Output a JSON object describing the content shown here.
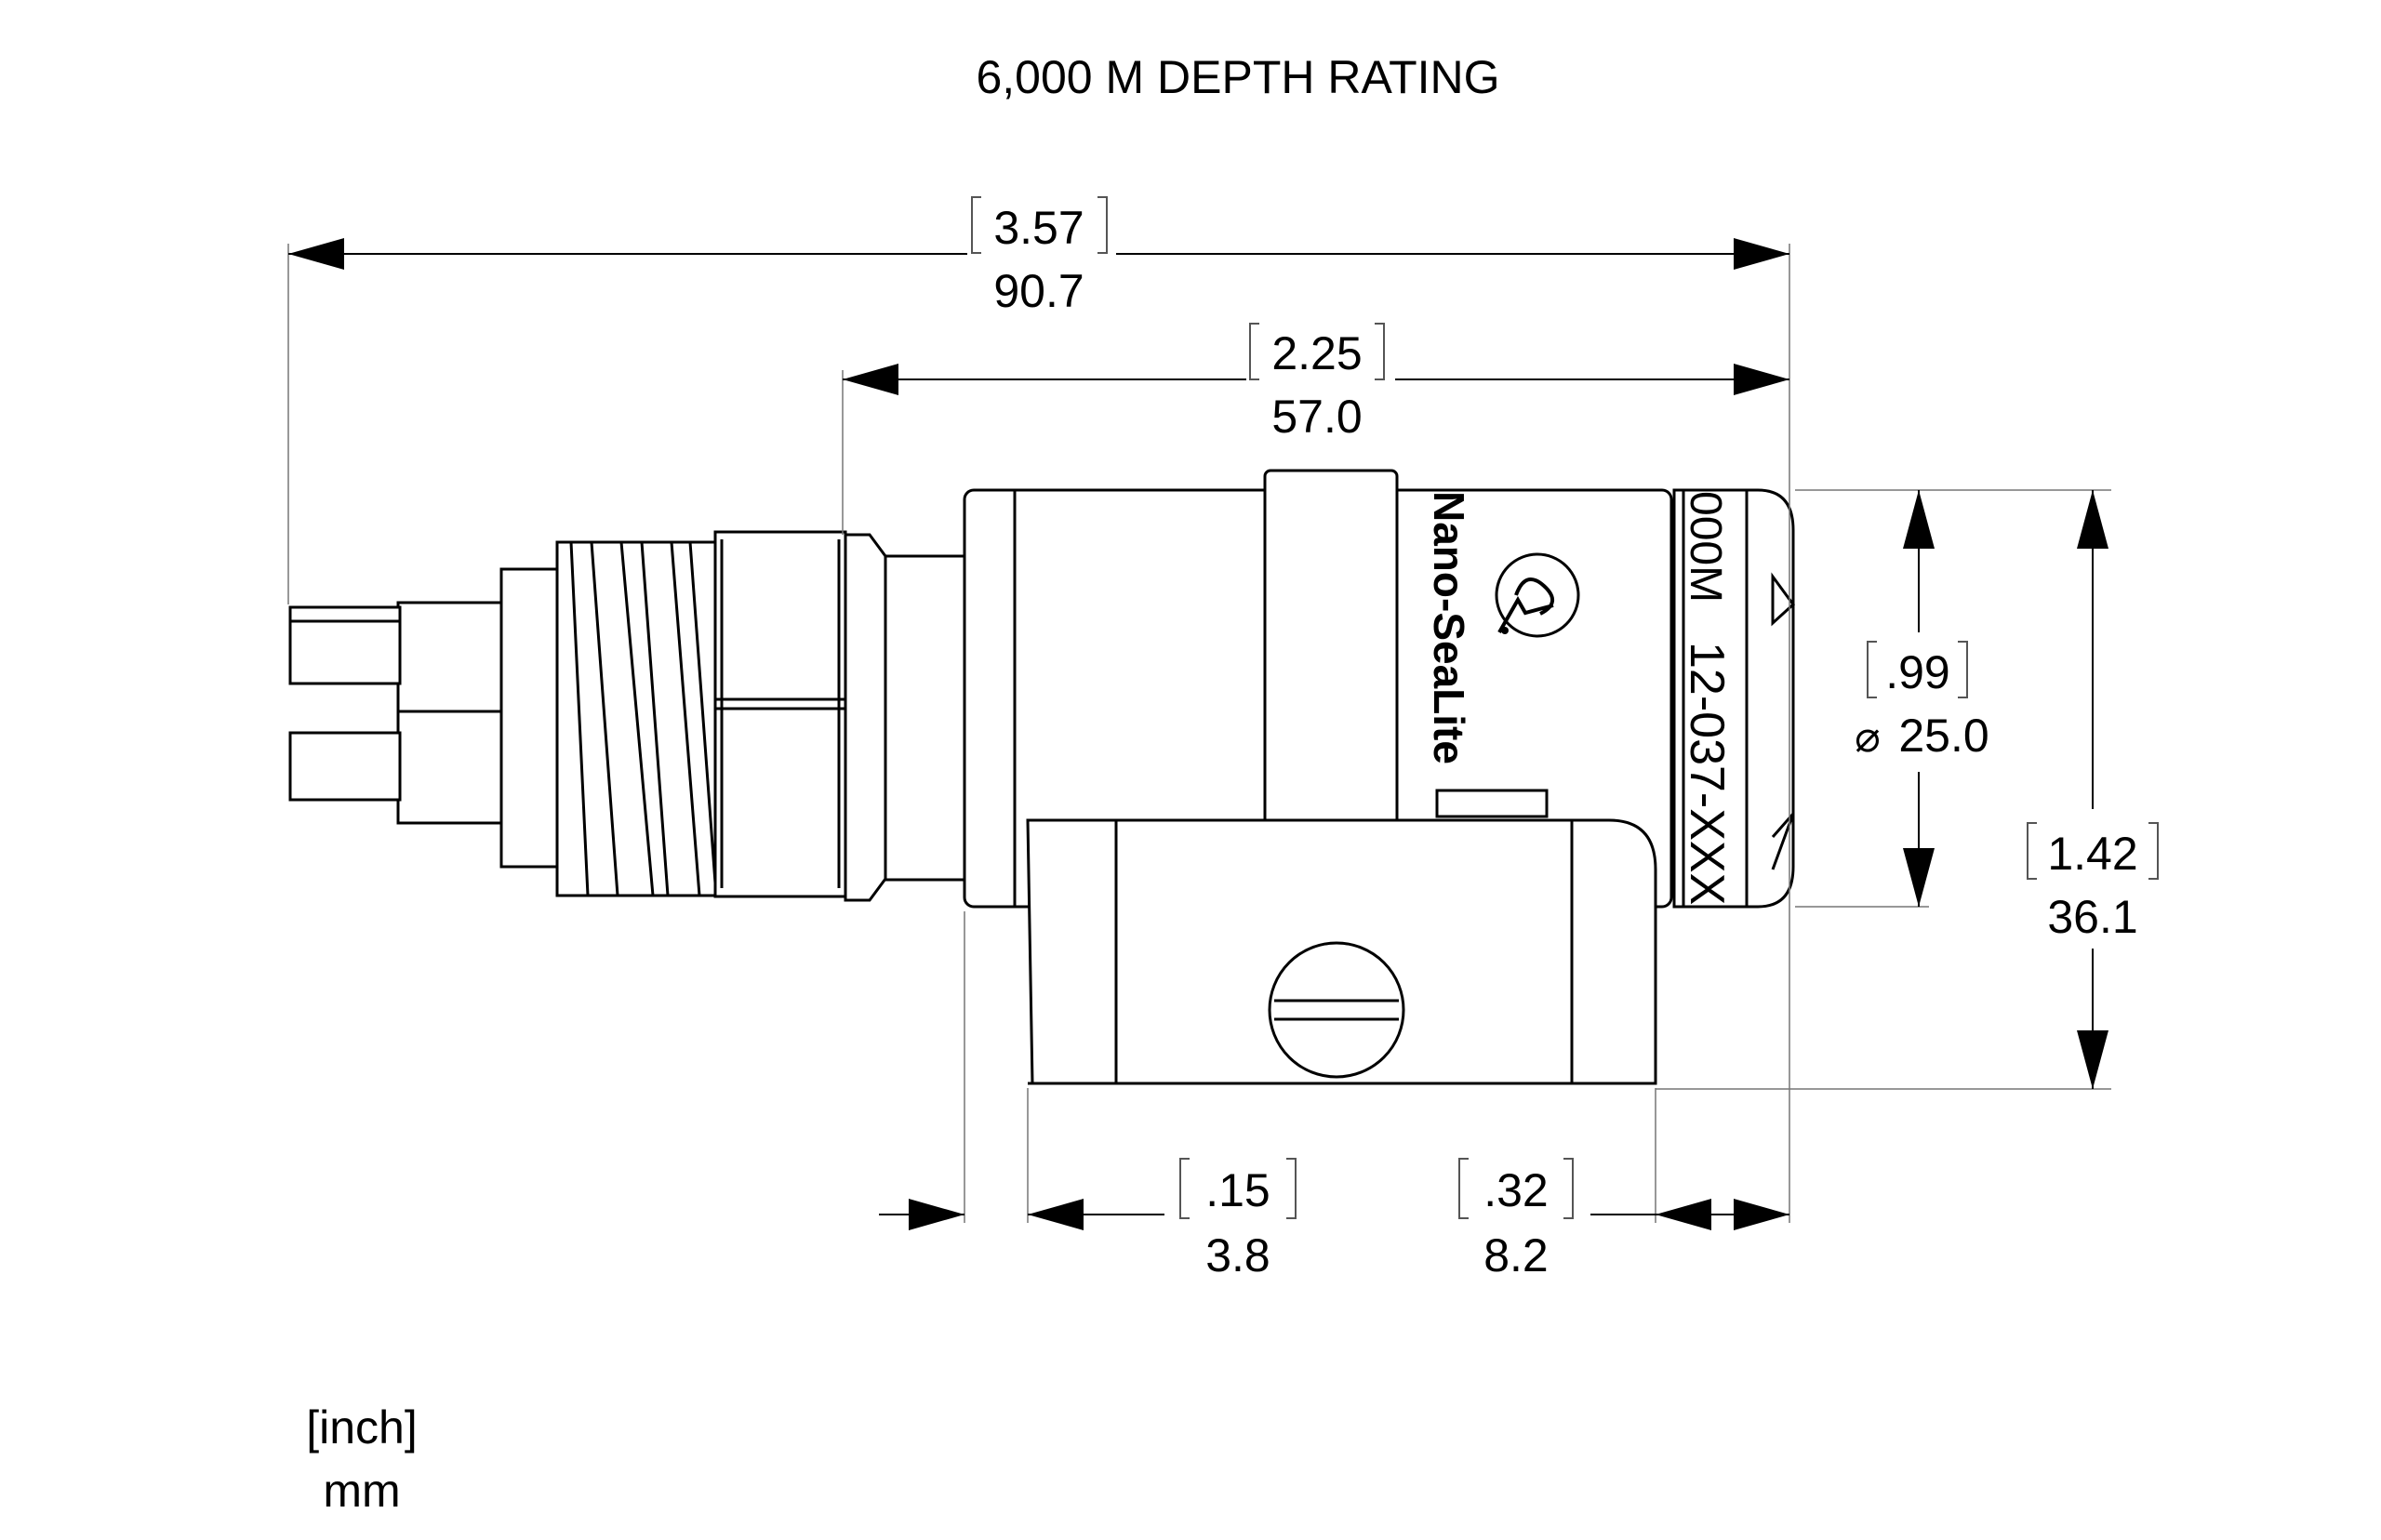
{
  "title": "6,000 M DEPTH RATING",
  "dimensions": {
    "overall_length": {
      "inch": "3.57",
      "mm": "90.7"
    },
    "body_length": {
      "inch": "2.25",
      "mm": "57.0"
    },
    "diameter": {
      "inch": ".99",
      "mm": "25.0",
      "symbol": "⌀"
    },
    "overall_height": {
      "inch": "1.42",
      "mm": "36.1"
    },
    "flange_offset": {
      "inch": ".15",
      "mm": "3.8"
    },
    "cap_length": {
      "inch": ".32",
      "mm": "8.2"
    }
  },
  "part_markings": {
    "brand": "Nano-SeaLite",
    "depth_mark": "000M",
    "part_number": "12-037-XXX"
  },
  "units_legend": {
    "inch": "[inch]",
    "mm": "mm"
  }
}
